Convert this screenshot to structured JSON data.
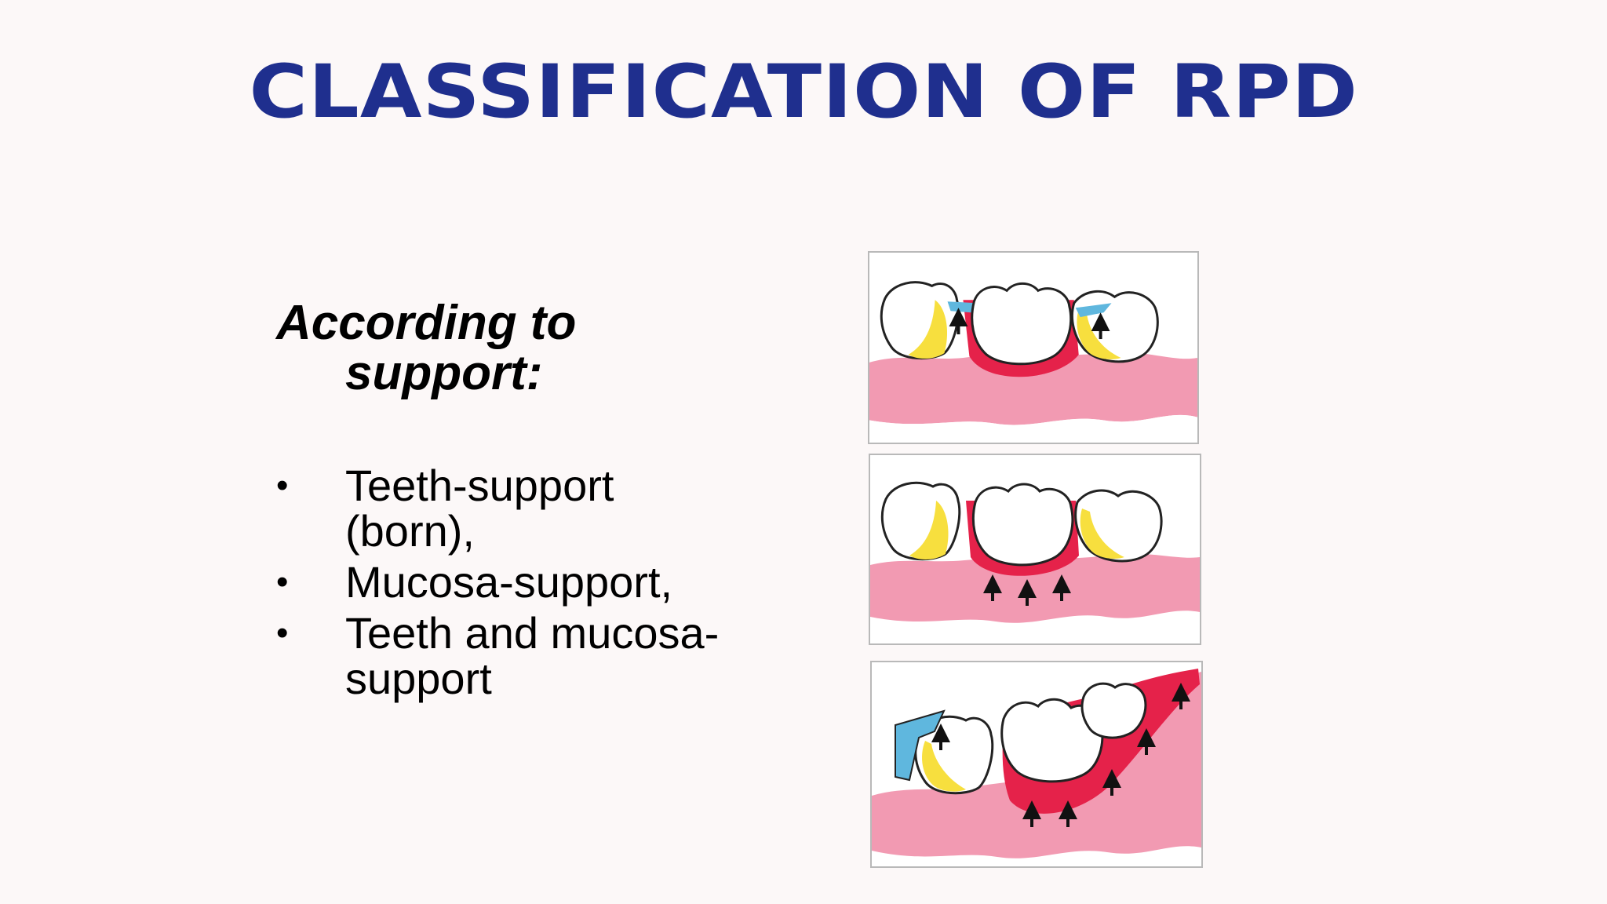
{
  "slide": {
    "title": "CLASSIFICATION OF RPD",
    "heading_line1": "According to",
    "heading_line2": "support:",
    "bullets": [
      {
        "marker": "•",
        "line1": "Teeth-support",
        "line2": "(born),"
      },
      {
        "marker": "•",
        "line1": "Mucosa-support,",
        "line2": ""
      },
      {
        "marker": "•",
        "line1": "Teeth and mucosa-",
        "line2": "support"
      }
    ]
  },
  "illustrations": [
    {
      "name": "teeth-supported",
      "icon": "teeth-support-diagram"
    },
    {
      "name": "mucosa-supported",
      "icon": "mucosa-support-diagram"
    },
    {
      "name": "teeth-and-mucosa-supported",
      "icon": "combined-support-diagram"
    }
  ],
  "colors": {
    "title": "#1f2f8e",
    "background": "#fcf8f8",
    "gum": "#f29ab2",
    "gum_dark": "#e8678f",
    "denture_base": "#e5224a",
    "tooth_enamel": "#ffffff",
    "tooth_dentin": "#f7df3e",
    "clasp": "#5fb7de"
  }
}
